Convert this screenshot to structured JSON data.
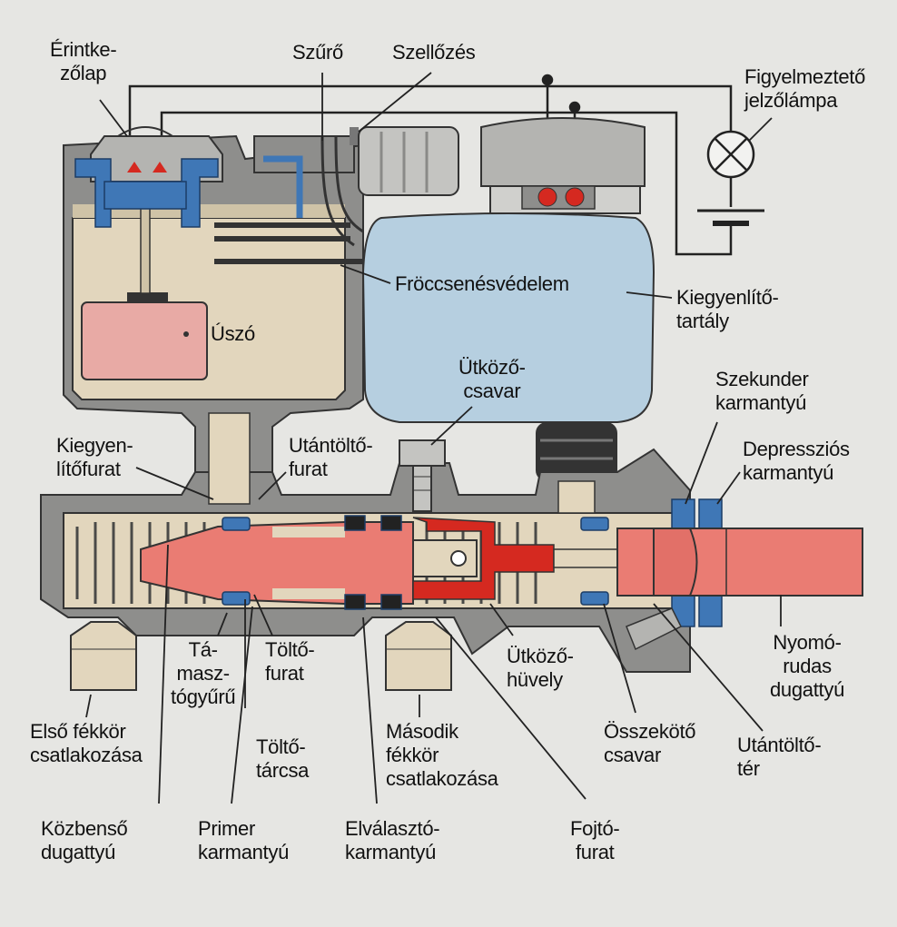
{
  "labels": {
    "erintkezolap": [
      "Érintke-",
      "zőlap"
    ],
    "szuro": "Szűrő",
    "szellozes": "Szellőzés",
    "figyelmezteto": [
      "Figyelmeztető",
      "jelzőlámpa"
    ],
    "froccsenes": "Fröccsenésvédelem",
    "kiegyenlito_tartaly": [
      "Kiegyenlítő-",
      "tartály"
    ],
    "uszo": "Úszó",
    "utkozo_csavar": [
      "Ütköző-",
      "csavar"
    ],
    "szekunder": [
      "Szekunder",
      "karmantyú"
    ],
    "depresszios": [
      "Depressziós",
      "karmantyú"
    ],
    "kiegyenlito_furat": [
      "Kiegyen-",
      "lítőfurat"
    ],
    "utantolto_furat": [
      "Utántöltő-",
      "furat"
    ],
    "tamasztogyuru": [
      "Tá-",
      "masz-",
      "tógyűrű"
    ],
    "tolto_furat": [
      "Töltő-",
      "furat"
    ],
    "tolto_tarcsa": [
      "Töltő-",
      "tárcsa"
    ],
    "utkozo_huvely": [
      "Ütköző-",
      "hüvely"
    ],
    "nyomorudas": [
      "Nyomó-",
      "rudas",
      "dugattyú"
    ],
    "elso_fekkor": [
      "Első fékkör",
      "csatlakozása"
    ],
    "masodik_fekkor": [
      "Második",
      "fékkör",
      "csatlakozása"
    ],
    "osszekoto": [
      "Összekötő",
      "csavar"
    ],
    "utantolto_ter": [
      "Utántöltő-",
      "tér"
    ],
    "kozbenso": [
      "Közbenső",
      "dugattyú"
    ],
    "primer": [
      "Primer",
      "karmantyú"
    ],
    "elvalaszto": [
      "Elválasztó-",
      "karmantyú"
    ],
    "fojto": [
      "Fojtó-",
      "furat"
    ]
  },
  "colors": {
    "background": "#e6e6e3",
    "housing": "#8e8e8c",
    "fluid": "#e2d6bd",
    "reservoir_blue": "#b6cfe0",
    "piston_red": "#ea7c73",
    "float_pink": "#e8aaa5",
    "seal_blue": "#3f77b6",
    "cap_grey": "#b4b4b1",
    "lamp_red": "#d52920"
  }
}
